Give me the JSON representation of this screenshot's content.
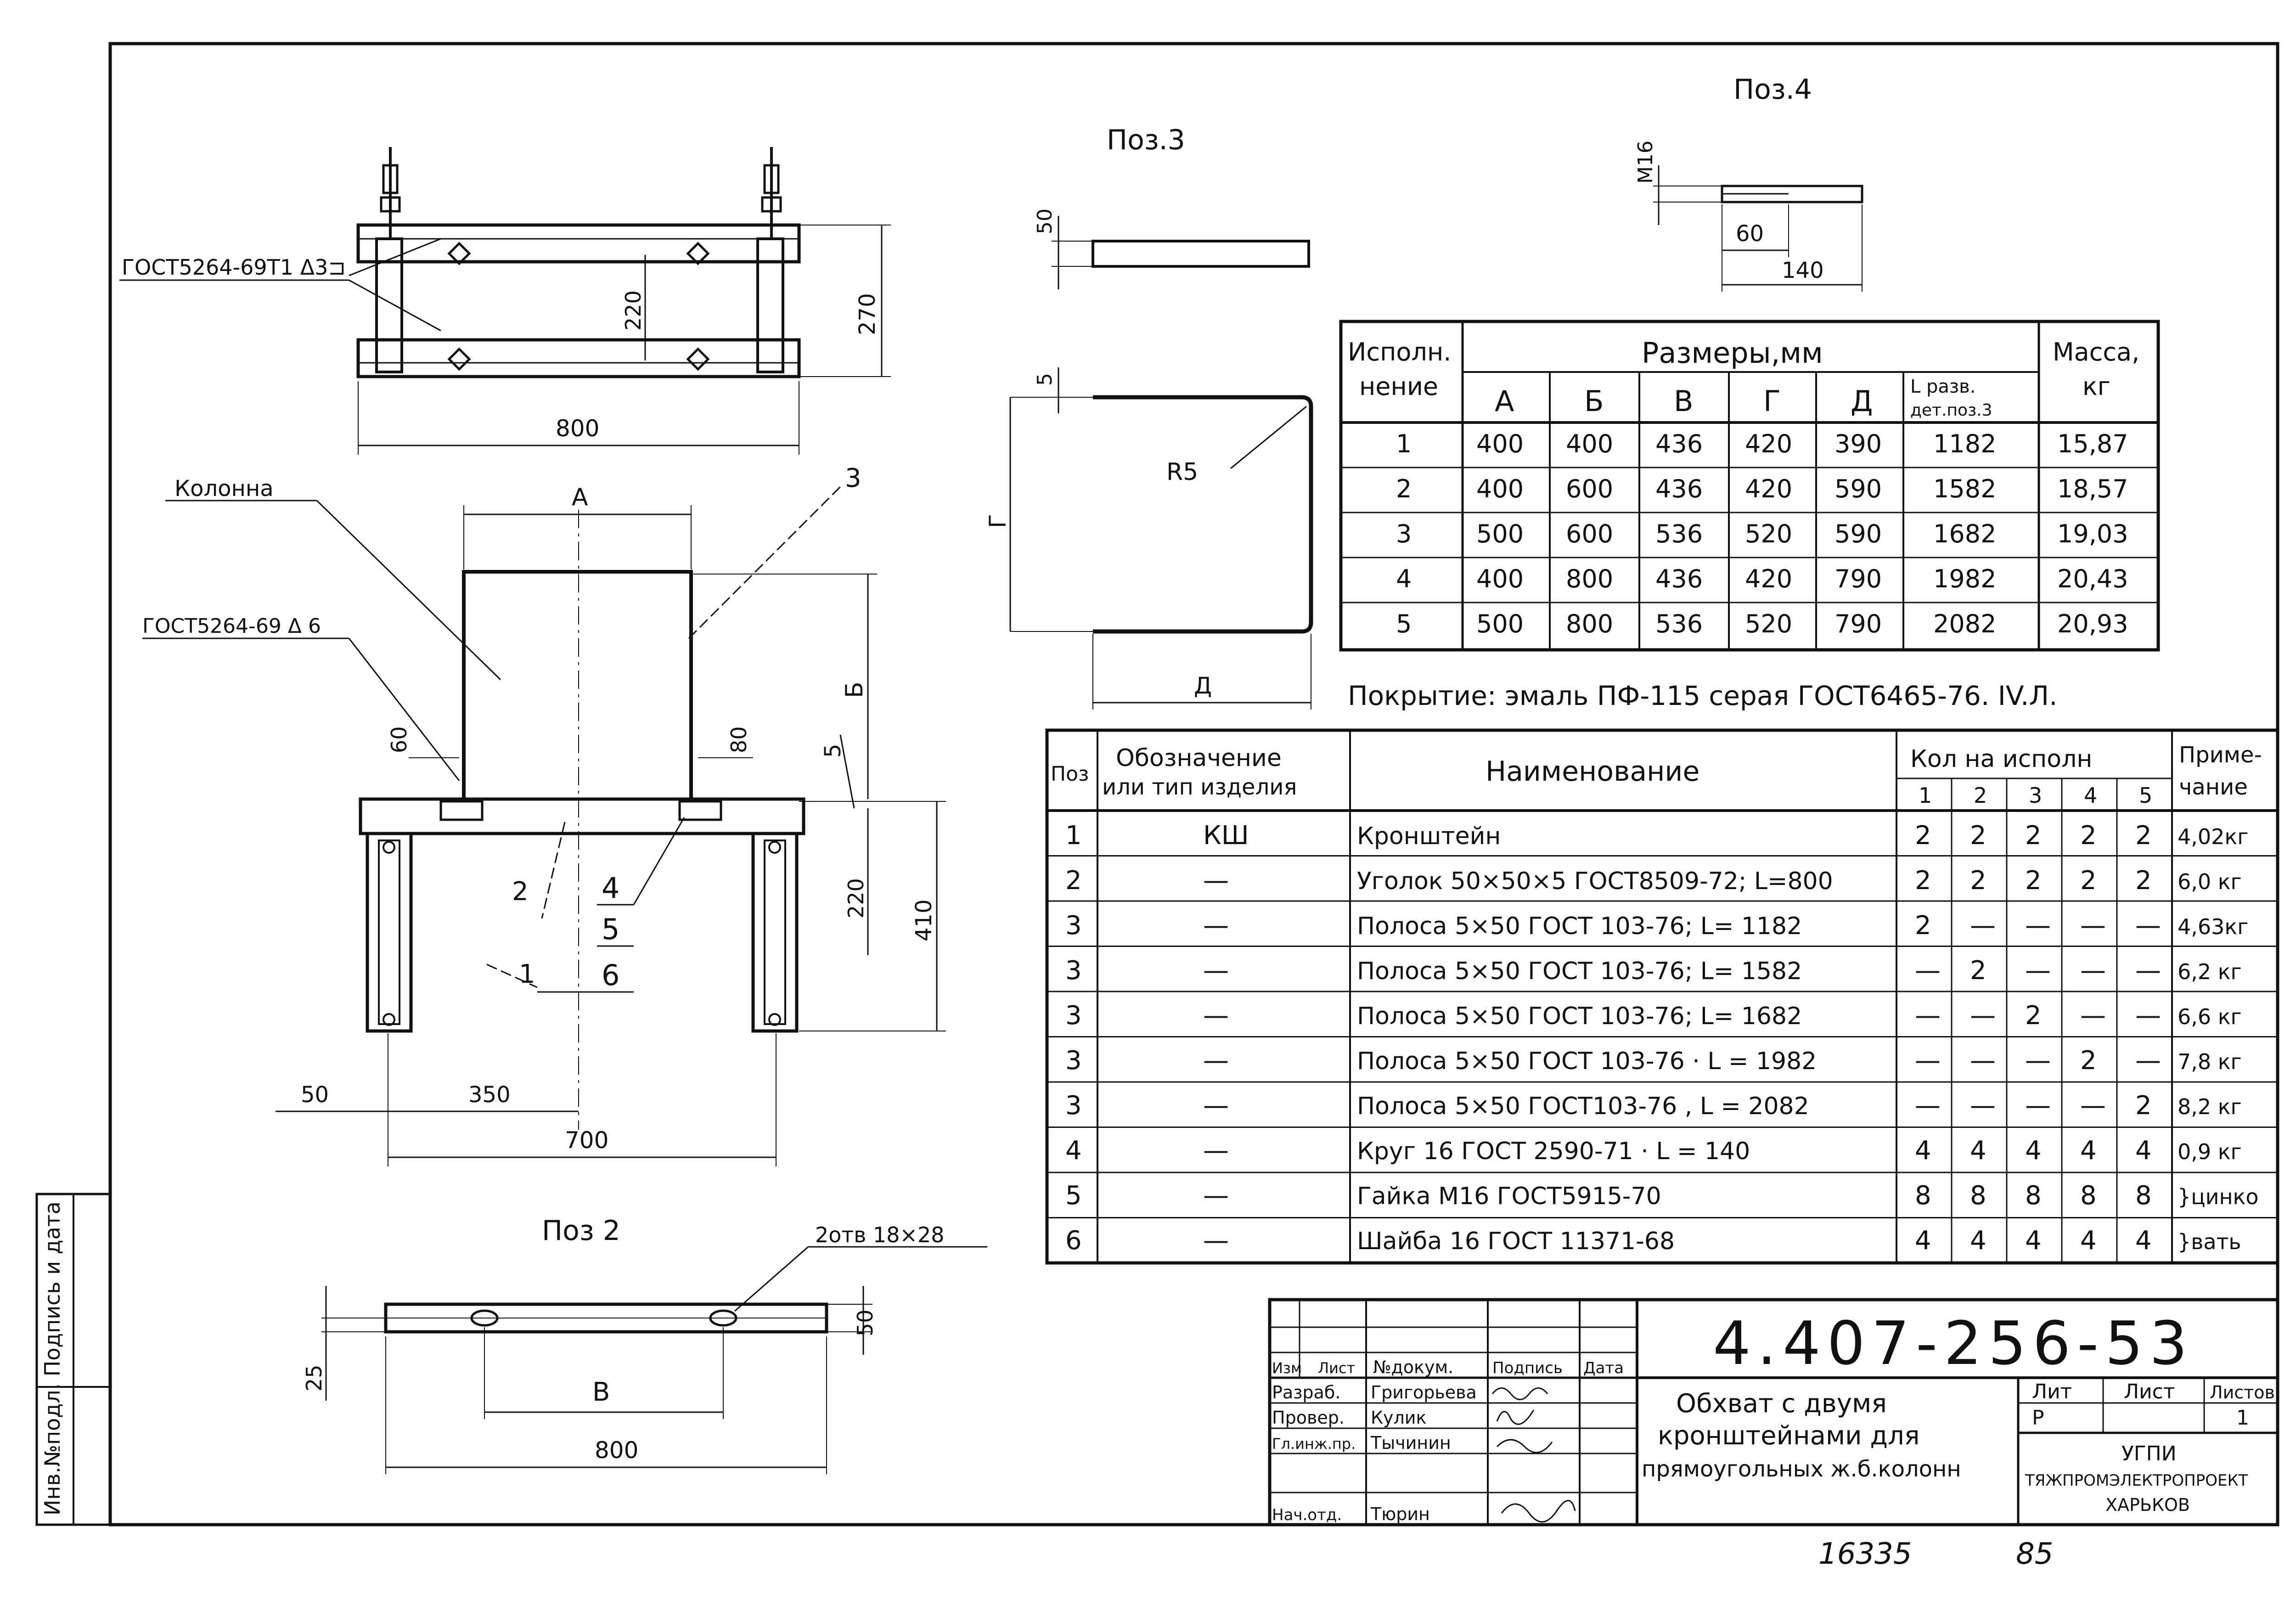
{
  "pos3_title": "Поз.3",
  "pos4_title": "Поз.4",
  "pos2_title": "Поз 2",
  "top_view": {
    "weld_note": "ГОСТ5264-69Т1 Δ3⊐",
    "dim_220": "220",
    "dim_270": "270",
    "dim_800": "800"
  },
  "front_view": {
    "column_label": "Колонна",
    "weld_note": "ГОСТ5264-69 Δ 6",
    "dim_A": "А",
    "dim_B_letter": "Б",
    "dim_60": "60",
    "dim_80": "80",
    "dim_5": "5",
    "dim_220": "220",
    "dim_410": "410",
    "dim_50": "50",
    "dim_350": "350",
    "dim_700": "700",
    "callout_3": "3",
    "callout_2": "2",
    "callout_1": "1",
    "callout_4": "4",
    "callout_5": "5",
    "callout_6": "6"
  },
  "pos3": {
    "dim_50": "50",
    "dim_5": "5",
    "radius": "R5",
    "dim_G": "Г",
    "dim_D": "Д"
  },
  "pos4": {
    "thread": "M16",
    "dim_60": "60",
    "dim_140": "140"
  },
  "pos2": {
    "holes": "2отв 18×28",
    "dim_25": "25",
    "dim_50": "50",
    "dim_V": "В",
    "dim_800": "800"
  },
  "size_table": {
    "header_exec": [
      "Исполн.",
      "нение"
    ],
    "header_sizes": "Размеры,мм",
    "header_mass": [
      "Масса,",
      "кг"
    ],
    "cols": [
      "А",
      "Б",
      "В",
      "Г",
      "Д"
    ],
    "col_L": [
      "L разв.",
      "дет.поз.3"
    ],
    "rows": [
      [
        "1",
        "400",
        "400",
        "436",
        "420",
        "390",
        "1182",
        "15,87"
      ],
      [
        "2",
        "400",
        "600",
        "436",
        "420",
        "590",
        "1582",
        "18,57"
      ],
      [
        "3",
        "500",
        "600",
        "536",
        "520",
        "590",
        "1682",
        "19,03"
      ],
      [
        "4",
        "400",
        "800",
        "436",
        "420",
        "790",
        "1982",
        "20,43"
      ],
      [
        "5",
        "500",
        "800",
        "536",
        "520",
        "790",
        "2082",
        "20,93"
      ]
    ]
  },
  "coating": "Покрытие: эмаль ПФ-115 серая ГОСТ6465-76. IV.Л.",
  "spec": {
    "h_pos": "Поз",
    "h_designation": [
      "Обозначение",
      "или тип изделия"
    ],
    "h_name": "Наименование",
    "h_qty": "Кол на исполн",
    "h_qty_cols": [
      "1",
      "2",
      "3",
      "4",
      "5"
    ],
    "h_note": [
      "Приме-",
      "чание"
    ],
    "rows": [
      {
        "pos": "1",
        "des": "КШ",
        "name": "Кронштейн",
        "q": [
          "2",
          "2",
          "2",
          "2",
          "2"
        ],
        "note": "4,02кг"
      },
      {
        "pos": "2",
        "des": "—",
        "name": "Уголок 50×50×5 ГОСТ8509-72; L=800",
        "q": [
          "2",
          "2",
          "2",
          "2",
          "2"
        ],
        "note": "6,0 кг"
      },
      {
        "pos": "3",
        "des": "—",
        "name": "Полоса 5×50 ГОСТ 103-76; L= 1182",
        "q": [
          "2",
          "—",
          "—",
          "—",
          "—"
        ],
        "note": "4,63кг"
      },
      {
        "pos": "3",
        "des": "—",
        "name": "Полоса 5×50 ГОСТ 103-76; L= 1582",
        "q": [
          "—",
          "2",
          "—",
          "—",
          "—"
        ],
        "note": "6,2 кг"
      },
      {
        "pos": "3",
        "des": "—",
        "name": "Полоса 5×50 ГОСТ 103-76; L= 1682",
        "q": [
          "—",
          "—",
          "2",
          "—",
          "—"
        ],
        "note": "6,6 кг"
      },
      {
        "pos": "3",
        "des": "—",
        "name": "Полоса 5×50 ГОСТ 103-76 · L = 1982",
        "q": [
          "—",
          "—",
          "—",
          "2",
          "—"
        ],
        "note": "7,8 кг"
      },
      {
        "pos": "3",
        "des": "—",
        "name": "Полоса 5×50 ГОСТ103-76 , L = 2082",
        "q": [
          "—",
          "—",
          "—",
          "—",
          "2"
        ],
        "note": "8,2 кг"
      },
      {
        "pos": "4",
        "des": "—",
        "name": "Круг 16 ГОСТ 2590-71 · L = 140",
        "q": [
          "4",
          "4",
          "4",
          "4",
          "4"
        ],
        "note": "0,9 кг"
      },
      {
        "pos": "5",
        "des": "—",
        "name": "Гайка М16 ГОСТ5915-70",
        "q": [
          "8",
          "8",
          "8",
          "8",
          "8"
        ],
        "note": "}цинко"
      },
      {
        "pos": "6",
        "des": "—",
        "name": "Шайба 16 ГОСТ 11371-68",
        "q": [
          "4",
          "4",
          "4",
          "4",
          "4"
        ],
        "note": "}вать"
      }
    ]
  },
  "title_block": {
    "doc_number": "4.407-256-53",
    "title": [
      "Обхват с двумя",
      "кронштейнами для",
      "прямоугольных ж.б.колонн"
    ],
    "h_izm": "Изм",
    "h_list": "Лист",
    "h_ndoc": "№докум.",
    "h_sign": "Подпись",
    "h_date": "Дата",
    "roles": [
      "Разраб.",
      "Провер.",
      "Гл.инж.пр.",
      "Нач.отд."
    ],
    "names": [
      "Григорьева",
      "Кулик",
      "Тычинин",
      "Тюрин"
    ],
    "lit_h": "Лит",
    "list_h": "Лист",
    "listov_h": "Листов",
    "lit_v": "Р",
    "listov_v": "1",
    "org": [
      "УГПИ",
      "ТЯЖПРОМЭЛЕКТРОПРОЕКТ",
      "ХАРЬКОВ"
    ]
  },
  "side_stamp": "Инв.№подл. Подпись и дата",
  "footer": {
    "num": "16335",
    "page": "85"
  }
}
